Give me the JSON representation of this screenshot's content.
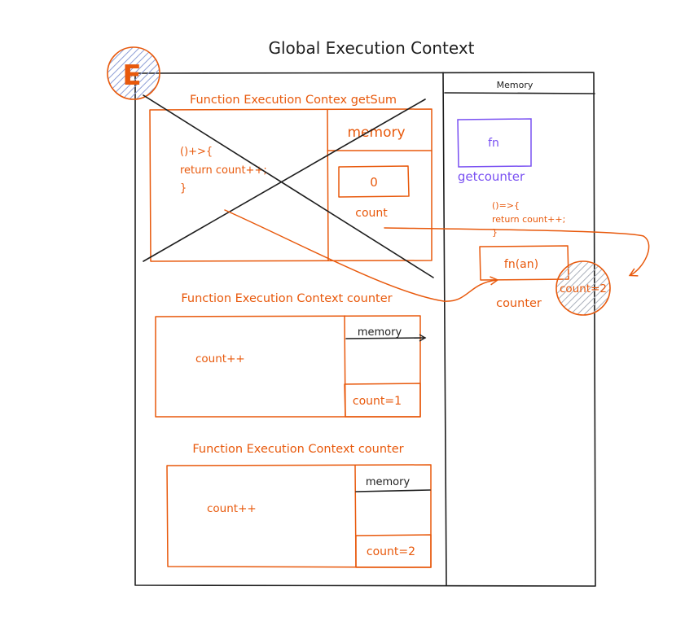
{
  "diagram": {
    "title": "Global Execution Context",
    "global_memory": {
      "label": "Memory",
      "fn_box_label": "fn",
      "getcounter_label": "getcounter",
      "code_line1": "()=>{",
      "code_line2": "return count++;",
      "code_line3": "}",
      "counter_box_label": "fn(an)",
      "counter_label": "counter",
      "closure_value": "count=2"
    },
    "badge_letter": "E",
    "context_getsum": {
      "title": "Function Execution Contex getSum",
      "code_line1": "()+>{",
      "code_line2": "return count++;",
      "code_line3": "}",
      "memory_label": "memory",
      "value": "0",
      "var_label": "count"
    },
    "context_counter_1": {
      "title": "Function Execution Context counter",
      "code": "count++",
      "memory_label": "memory",
      "value": "count=1"
    },
    "context_counter_2": {
      "title": "Function Execution Context counter",
      "code": "count++",
      "memory_label": "memory",
      "value": "count=2"
    },
    "colors": {
      "ink": "#1e1e1e",
      "orange": "#e8590c",
      "purple": "#7950f2",
      "hatch_blue": "#a5b4e0",
      "hatch_gray": "#b8bcc4"
    }
  }
}
